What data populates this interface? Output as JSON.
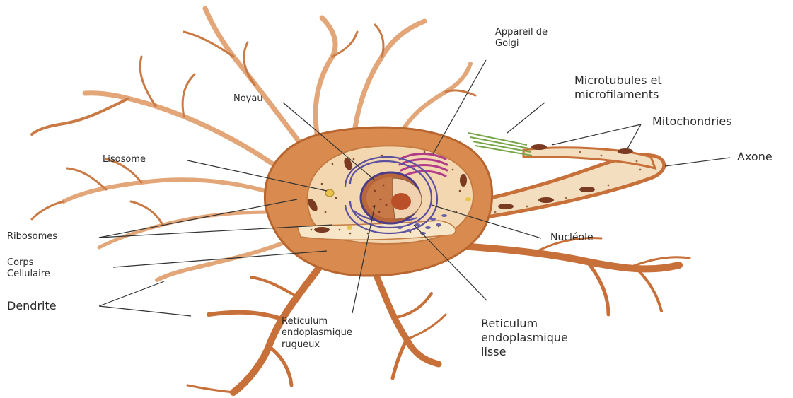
{
  "diagram": {
    "labels": {
      "golgi": "Appareil de\nGolgi",
      "microtubules": "Microtubules et\nmicrofilaments",
      "mitochondries": "Mitochondries",
      "axone": "Axone",
      "noyau": "Noyau",
      "lisosome": "Lisosome",
      "ribosomes": "Ribosomes",
      "corps": "Corps\nCellulaire",
      "dendrite": "Dendrite",
      "nucleole": "Nucléole",
      "rer": "Reticulum\nendoplasmique\nrugueux",
      "rel": "Reticulum\nendoplasmique\nlisse"
    },
    "colors": {
      "dendrite_fill": "#e8b38a",
      "dendrite_dark": "#c8703a",
      "soma_fill": "#d98b4f",
      "cytoplasm": "#f6e3c6",
      "axon_fill": "#f3dfbf",
      "nucleus_ring": "#6b5aa8",
      "nucleolus": "#c0562a",
      "golgi": "#b13a8a",
      "mitochondria": "#7a3b22",
      "leader_line": "#333333"
    }
  }
}
